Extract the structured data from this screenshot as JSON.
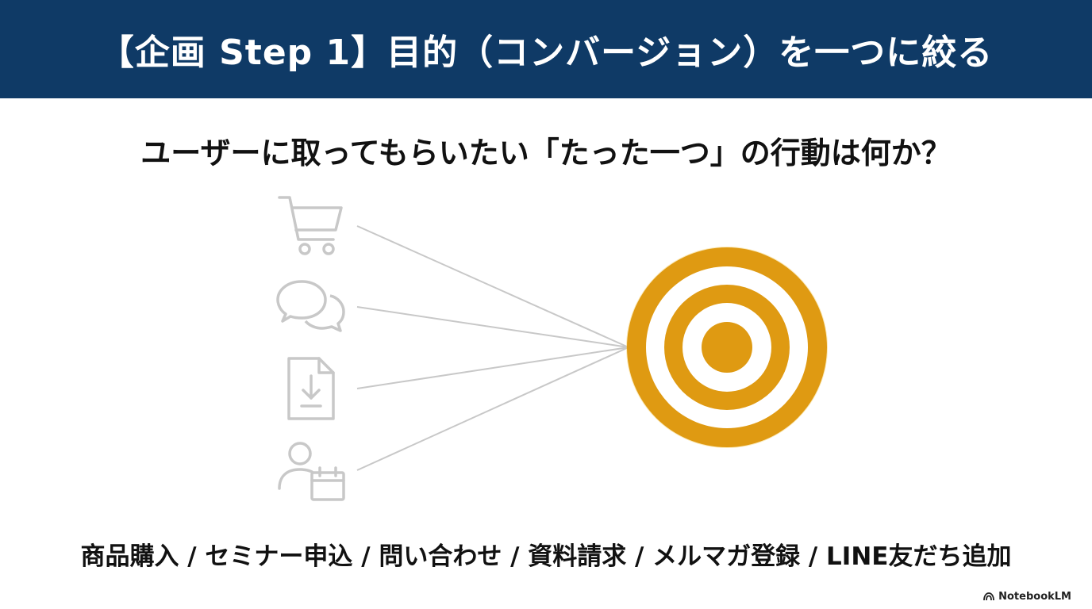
{
  "header": {
    "title": "【企画 Step 1】目的（コンバージョン）を一つに絞る",
    "background_color": "#0f3a66"
  },
  "subtitle": "ユーザーに取ってもらいたい「たった一つ」の行動は何か？",
  "diagram": {
    "icons": [
      "cart-icon",
      "chat-bubbles-icon",
      "document-download-icon",
      "person-calendar-icon"
    ],
    "icon_color": "#c8c8c8",
    "target_icon": "target-icon",
    "target_color": "#df9a12"
  },
  "conversion_list": "商品購入 / セミナー申込 / 問い合わせ / 資料請求 / メルマガ登録 / LINE友だち追加",
  "brand": {
    "label": "NotebookLM",
    "icon": "notebooklm-icon"
  }
}
